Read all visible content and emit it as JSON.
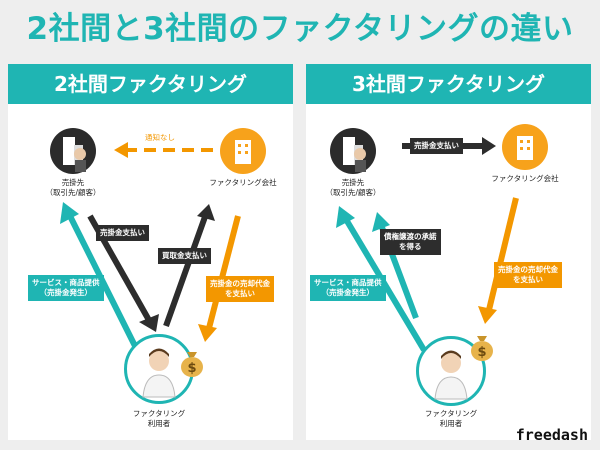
{
  "title": "2社間と3社間のファクタリングの違い",
  "brand": "freedash",
  "left": {
    "header": "2社間ファクタリング",
    "buyer_line1": "売掛先",
    "buyer_line2": "（取引先/顧客）",
    "factor": "ファクタリング会社",
    "notice": "通知なし",
    "user_line1": "ファクタリング",
    "user_line2": "利用者",
    "service_line1": "サービス・商品提供",
    "service_line2": "（売掛金発生）",
    "pay_receivable": "売掛金支払い",
    "pay_purchase": "買取金支払い",
    "proceeds_line1": "売掛金の売却代金",
    "proceeds_line2": "を支払い"
  },
  "right": {
    "header": "3社間ファクタリング",
    "buyer_line1": "売掛先",
    "buyer_line2": "（取引先/顧客）",
    "factor": "ファクタリング会社",
    "pay_receivable": "売掛金支払い",
    "user_line1": "ファクタリング",
    "user_line2": "利用者",
    "service_line1": "サービス・商品提供",
    "service_line2": "（売掛金発生）",
    "consent_line1": "債権譲渡の承諾",
    "consent_line2": "を得る",
    "proceeds_line1": "売掛金の売却代金",
    "proceeds_line2": "を支払い"
  },
  "colors": {
    "teal": "#1fb5b3",
    "orange": "#f39700",
    "dark": "#2d2d2d"
  }
}
